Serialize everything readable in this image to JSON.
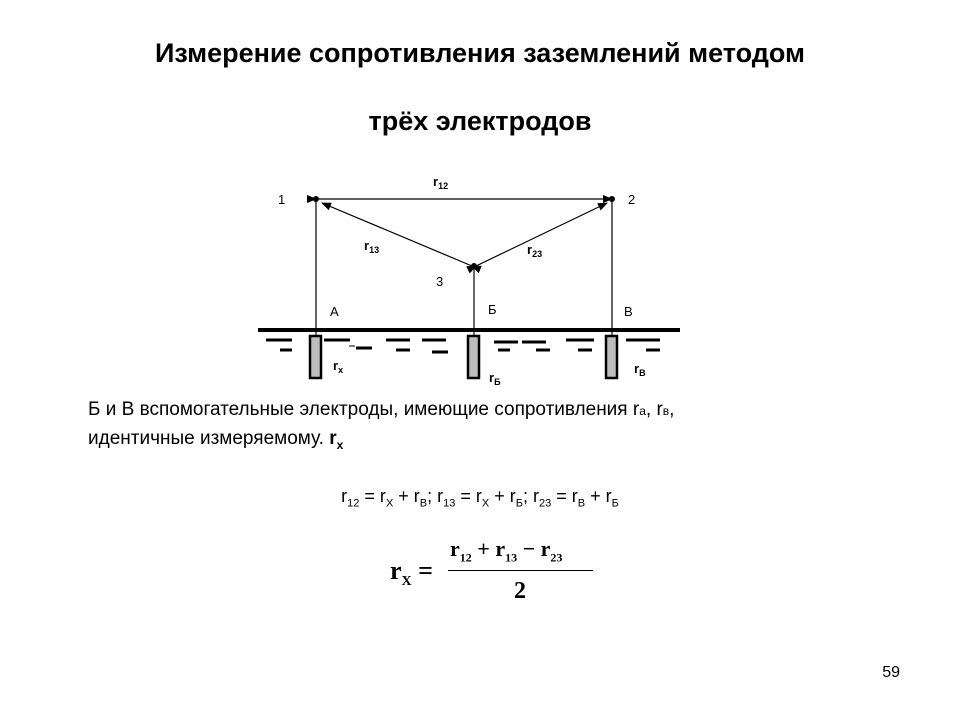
{
  "title": {
    "line1": "Измерение сопротивления заземлений методом",
    "line2": "трёх электродов"
  },
  "diagram": {
    "node1": "1",
    "node2": "2",
    "node3": "3",
    "label_a": "А",
    "label_b": "Б",
    "label_v": "В",
    "r12": {
      "base": "r",
      "sub": "12"
    },
    "r13": {
      "base": "r",
      "sub": "13"
    },
    "r23": {
      "base": "r",
      "sub": "23"
    },
    "rx": {
      "base": "r",
      "sub": "x"
    },
    "rb": {
      "base": "r",
      "sub": "Б"
    },
    "rv": {
      "base": "r",
      "sub": "В"
    }
  },
  "description": {
    "line1_main": "Б и В вспомогательные электроды, имеющие сопротивления r",
    "line1_sub1": "а",
    "line1_sep": ", r",
    "line1_sub2": "в",
    "line1_end": ",",
    "line2_main": "идентичные измеряемому. ",
    "line2_r": "r",
    "line2_sub": "x"
  },
  "equations": {
    "t1": "r",
    "s1": "12",
    "t2": " = r",
    "s2": "X",
    "t3": " + r",
    "s3": "В",
    "t4": "; r",
    "s4": "13",
    "t5": " = r",
    "s5": "X",
    "t6": " + r",
    "s6": "Б",
    "t7": "; r",
    "s7": "23",
    "t8": " = r",
    "s8": "В",
    "t9": " + r",
    "s9": "Б"
  },
  "formula": {
    "lhs": "r",
    "lhs_sub": "X",
    "eq": " =",
    "n1": "r",
    "n1_sub": "12",
    "plus": " + ",
    "n2": "r",
    "n2_sub": "13",
    "minus": " − ",
    "n3": "r",
    "n3_sub": "23",
    "denominator": "2"
  },
  "page_number": "59"
}
